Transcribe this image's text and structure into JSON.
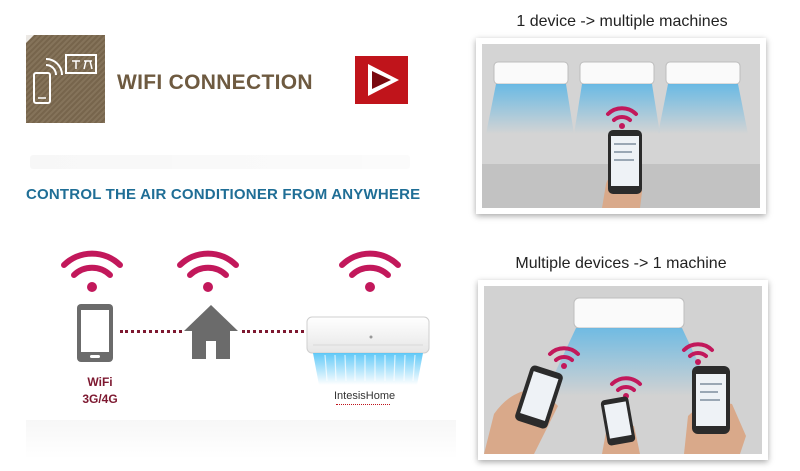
{
  "header": {
    "feature_title": "WIFI CONNECTION",
    "tagline": "CONTROL THE AIR CONDITIONER FROM ANYWHERE",
    "play_button_icon": "play-icon",
    "logo_icon": "phone-to-ac-remote-icon"
  },
  "diagram": {
    "connection_label_line1": "WiFi",
    "connection_label_line2": "3G/4G",
    "brand_part1": "Intesis",
    "brand_part2": "Home",
    "icons": [
      "wifi-icon",
      "smartphone-icon",
      "house-icon",
      "air-conditioner-icon"
    ]
  },
  "photos": [
    {
      "caption": "1 device -> multiple machines"
    },
    {
      "caption": "Multiple devices -> 1 machine"
    }
  ],
  "colors": {
    "wifi": "#c2185b",
    "title_brown": "#6e5a40",
    "tagline_blue": "#1f6e96",
    "play_red": "#c0141b",
    "label_maroon": "#7d1830",
    "icon_gray": "#6b6b6b"
  }
}
